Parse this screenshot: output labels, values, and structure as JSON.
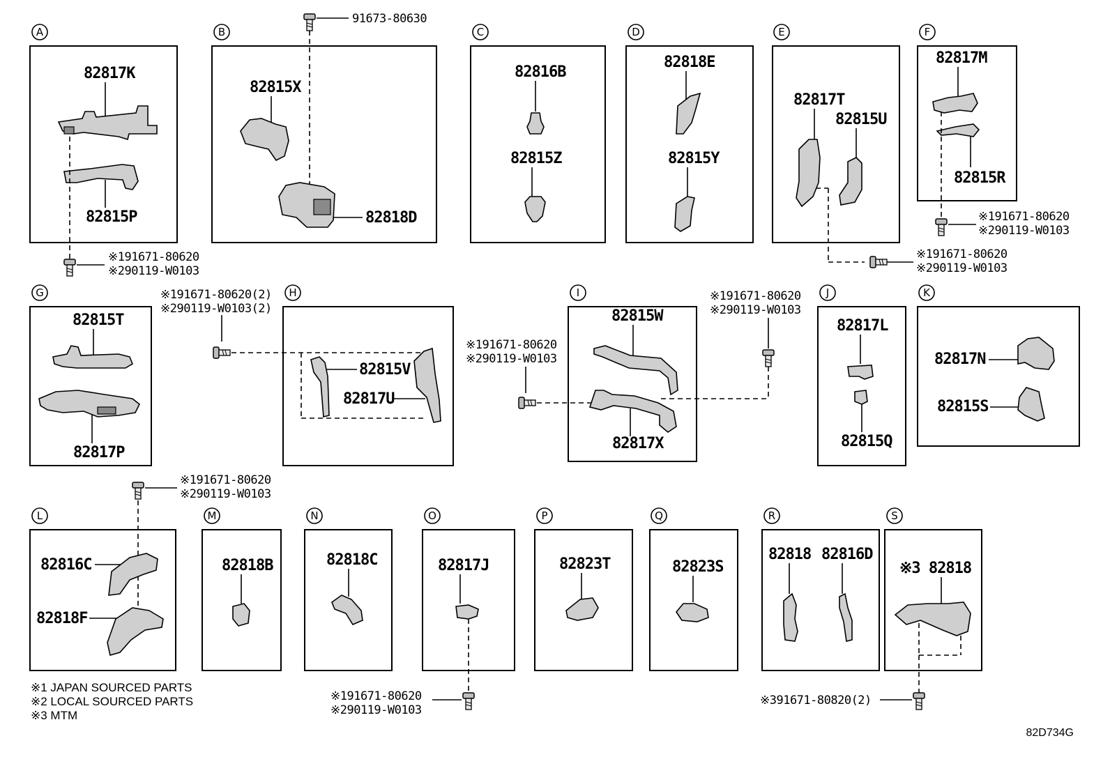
{
  "panels": {
    "A": {
      "letter": "A",
      "parts": [
        "82817K",
        "82815P"
      ],
      "bolt": [
        "※191671-80620",
        "※290119-W0103"
      ]
    },
    "B": {
      "letter": "B",
      "parts": [
        "82815X",
        "82818D"
      ],
      "bolt": [
        "91673-80630"
      ]
    },
    "C": {
      "letter": "C",
      "parts": [
        "82816B",
        "82815Z"
      ]
    },
    "D": {
      "letter": "D",
      "parts": [
        "82818E",
        "82815Y"
      ]
    },
    "E": {
      "letter": "E",
      "parts": [
        "82817T",
        "82815U"
      ],
      "bolt": [
        "※191671-80620",
        "※290119-W0103"
      ]
    },
    "F": {
      "letter": "F",
      "parts": [
        "82817M",
        "82815R"
      ],
      "bolt": [
        "※191671-80620",
        "※290119-W0103"
      ]
    },
    "G": {
      "letter": "G",
      "parts": [
        "82815T",
        "82817P"
      ]
    },
    "H": {
      "letter": "H",
      "parts": [
        "82815V",
        "82817U"
      ],
      "bolt": [
        "※191671-80620(2)",
        "※290119-W0103(2)"
      ]
    },
    "I": {
      "letter": "I",
      "parts": [
        "82815W",
        "82817X"
      ],
      "bolt_left": [
        "※191671-80620",
        "※290119-W0103"
      ],
      "bolt_right": [
        "※191671-80620",
        "※290119-W0103"
      ]
    },
    "J": {
      "letter": "J",
      "parts": [
        "82817L",
        "82815Q"
      ]
    },
    "K": {
      "letter": "K",
      "parts": [
        "82817N",
        "82815S"
      ]
    },
    "L": {
      "letter": "L",
      "parts": [
        "82816C",
        "82818F"
      ],
      "bolt": [
        "※191671-80620",
        "※290119-W0103"
      ]
    },
    "M": {
      "letter": "M",
      "parts": [
        "82818B"
      ]
    },
    "N": {
      "letter": "N",
      "parts": [
        "82818C"
      ]
    },
    "O": {
      "letter": "O",
      "parts": [
        "82817J"
      ],
      "bolt": [
        "※191671-80620",
        "※290119-W0103"
      ]
    },
    "P": {
      "letter": "P",
      "parts": [
        "82823T"
      ]
    },
    "Q": {
      "letter": "Q",
      "parts": [
        "82823S"
      ]
    },
    "R": {
      "letter": "R",
      "parts": [
        "82818",
        "82816D"
      ]
    },
    "S": {
      "letter": "S",
      "parts": [
        "※3 82818"
      ],
      "bolt": [
        "※391671-80820(2)"
      ]
    }
  },
  "notes": [
    "※1 JAPAN SOURCED PARTS",
    "※2 LOCAL SOURCED PARTS",
    "※3 MTM"
  ],
  "diagram_code": "82D734G"
}
